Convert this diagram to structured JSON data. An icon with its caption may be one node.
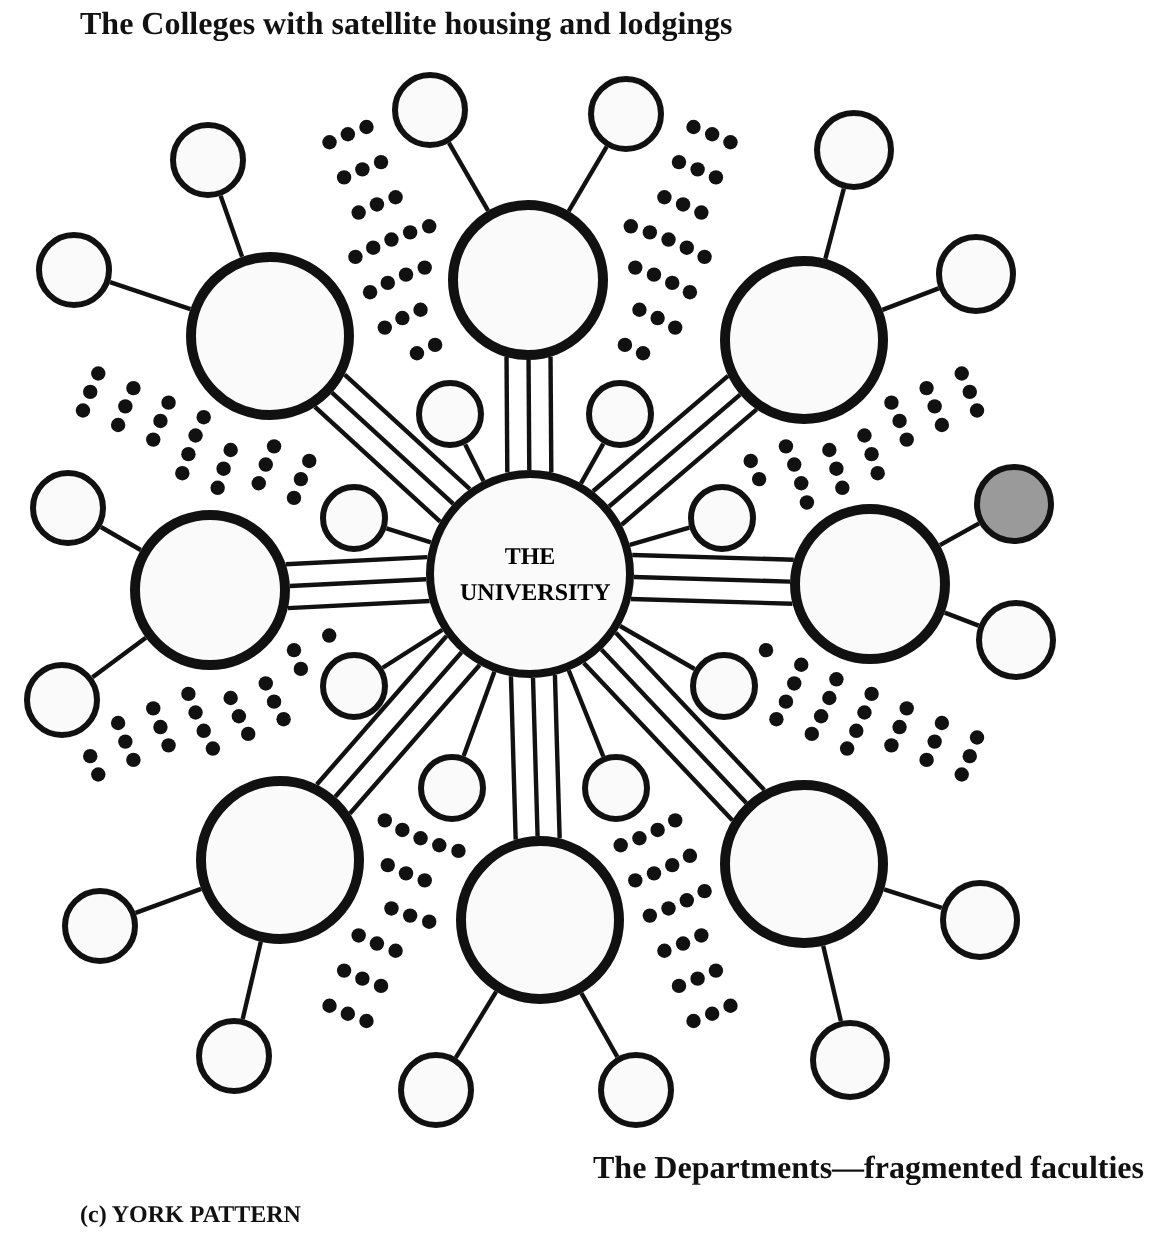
{
  "diagram": {
    "caption": "(c) YORK PATTERN",
    "nodes": [
      {
        "text": [
          "THE UNIVERSITY"
        ]
      },
      {
        "text": [],
        "shape": "circle"
      },
      {
        "text": [],
        "shape": "circle"
      },
      {
        "text": [],
        "shape": "circle"
      },
      {
        "text": [],
        "shape": "circle"
      },
      {
        "text": [],
        "shape": "circle"
      },
      {
        "text": [],
        "shape": "circle"
      },
      {
        "text": [],
        "shape": "circle"
      },
      {
        "text": [],
        "shape": "circle"
      },
      {
        "text": [],
        "shape": "circle"
      },
      {
        "text": [],
        "shape": "circle"
      },
      {
        "text": [],
        "shape": "circle"
      },
      {
        "text": [],
        "shape": "circle"
      },
      {
        "text": [],
        "shape": "circle"
      },
      {
        "text": [],
        "shape": "circle"
      },
      {
        "text": [],
        "shape": "circle"
      },
      {
        "text": [],
        "shape": "circle"
      },
      {
        "text": [],
        "shape": "circle"
      },
      {
        "text": [],
        "shape": "circle"
      },
      {
        "text": [],
        "shape": "circle"
      },
      {
        "text": [],
        "shape": "circle"
      },
      {
        "text": [],
        "shape": "circle"
      },
      {
        "text": [],
        "shape": "circle"
      },
      {
        "text": [],
        "shape": "circle"
      },
      {
        "text": [],
        "shape": "circle"
      },
      {
        "text": [],
        "shape": "circle"
      },
      {
        "text": [],
        "shape": "circle"
      },
      {
        "text": [],
        "shape": "circle"
      },
      {
        "text": [],
        "shape": "circle"
      },
      {
        "text": [],
        "shape": "circle"
      },
      {
        "text": [],
        "shape": "circle"
      },
      {
        "text": [],
        "shape": "circle"
      },
      {
        "text": [],
        "shape": "circle"
      }
    ],
    "edges": [
      {
        "from": 0,
        "to": 1,
        "arrow": "none"
      },
      {
        "from": 0,
        "to": 1,
        "arrow": "none"
      },
      {
        "from": 0,
        "to": 1,
        "arrow": "none"
      },
      {
        "from": 0,
        "to": 2,
        "arrow": "none"
      },
      {
        "from": 0,
        "to": 2,
        "arrow": "none"
      },
      {
        "from": 0,
        "to": 2,
        "arrow": "none"
      },
      {
        "from": 0,
        "to": 3,
        "arrow": "none"
      },
      {
        "from": 0,
        "to": 3,
        "arrow": "none"
      },
      {
        "from": 0,
        "to": 3,
        "arrow": "none"
      },
      {
        "from": 0,
        "to": 4,
        "arrow": "none"
      },
      {
        "from": 0,
        "to": 4,
        "arrow": "none"
      },
      {
        "from": 0,
        "to": 4,
        "arrow": "none"
      },
      {
        "from": 0,
        "to": 5,
        "arrow": "none"
      },
      {
        "from": 0,
        "to": 5,
        "arrow": "none"
      },
      {
        "from": 0,
        "to": 5,
        "arrow": "none"
      },
      {
        "from": 0,
        "to": 6,
        "arrow": "none"
      },
      {
        "from": 0,
        "to": 6,
        "arrow": "none"
      },
      {
        "from": 0,
        "to": 6,
        "arrow": "none"
      },
      {
        "from": 0,
        "to": 7,
        "arrow": "none"
      },
      {
        "from": 0,
        "to": 7,
        "arrow": "none"
      },
      {
        "from": 0,
        "to": 7,
        "arrow": "none"
      },
      {
        "from": 0,
        "to": 8,
        "arrow": "none"
      },
      {
        "from": 0,
        "to": 8,
        "arrow": "none"
      },
      {
        "from": 0,
        "to": 8,
        "arrow": "none"
      },
      {
        "from": 1,
        "to": 9,
        "arrow": "none"
      },
      {
        "from": 1,
        "to": 10,
        "arrow": "none"
      },
      {
        "from": 2,
        "to": 11,
        "arrow": "none"
      },
      {
        "from": 2,
        "to": 12,
        "arrow": "none"
      },
      {
        "from": 3,
        "to": 13,
        "arrow": "none"
      },
      {
        "from": 3,
        "to": 14,
        "arrow": "none"
      },
      {
        "from": 4,
        "to": 15,
        "arrow": "none"
      },
      {
        "from": 4,
        "to": 16,
        "arrow": "none"
      },
      {
        "from": 5,
        "to": 17,
        "arrow": "none"
      },
      {
        "from": 5,
        "to": 18,
        "arrow": "none"
      },
      {
        "from": 6,
        "to": 19,
        "arrow": "none"
      },
      {
        "from": 6,
        "to": 20,
        "arrow": "none"
      },
      {
        "from": 7,
        "to": 21,
        "arrow": "none"
      },
      {
        "from": 7,
        "to": 22,
        "arrow": "none"
      },
      {
        "from": 8,
        "to": 23,
        "arrow": "none"
      },
      {
        "from": 8,
        "to": 24,
        "arrow": "none"
      },
      {
        "from": 0,
        "to": 25,
        "arrow": "none"
      },
      {
        "from": 0,
        "to": 26,
        "arrow": "none"
      },
      {
        "from": 0,
        "to": 27,
        "arrow": "none"
      },
      {
        "from": 0,
        "to": 28,
        "arrow": "none"
      },
      {
        "from": 0,
        "to": 29,
        "arrow": "none"
      },
      {
        "from": 0,
        "to": 30,
        "arrow": "none"
      },
      {
        "from": 0,
        "to": 31,
        "arrow": "none"
      },
      {
        "from": 0,
        "to": 32,
        "arrow": "none"
      }
    ],
    "labels": [
      "The Colleges with satellite housing and lodgings",
      "The Departments—fragmented faculties"
    ]
  }
}
